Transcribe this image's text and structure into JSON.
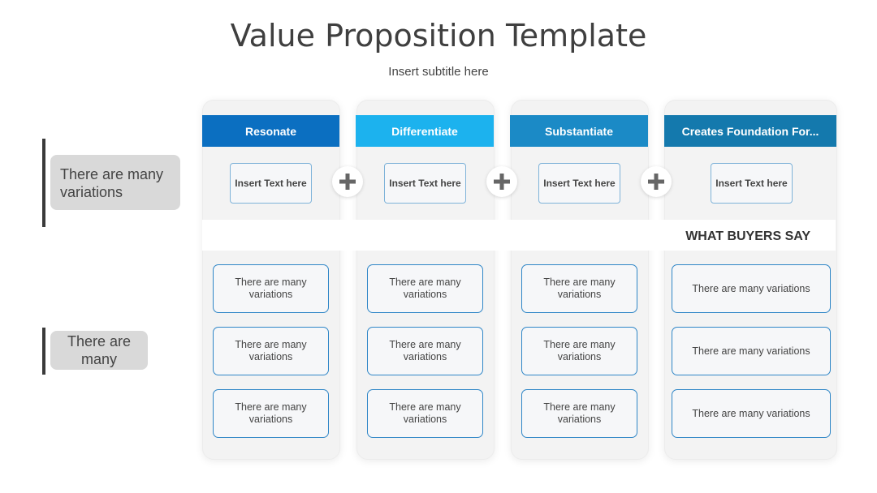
{
  "header": {
    "title": "Value Proposition Template",
    "subtitle": "Insert subtitle here"
  },
  "side_labels": [
    {
      "text": "There are many variations"
    },
    {
      "text": "There are many"
    }
  ],
  "columns": [
    {
      "header": "Resonate",
      "color": "#0b6fc1",
      "insert_text": "Insert Text here",
      "cells": [
        "There are many variations",
        "There are many variations",
        "There are many variations"
      ]
    },
    {
      "header": "Differentiate",
      "color": "#1cb2ee",
      "insert_text": "Insert Text here",
      "cells": [
        "There are many variations",
        "There are many variations",
        "There are many variations"
      ]
    },
    {
      "header": "Substantiate",
      "color": "#1b8ac6",
      "insert_text": "Insert Text here",
      "cells": [
        "There are many variations",
        "There are many variations",
        "There are many variations"
      ]
    },
    {
      "header": "Creates Foundation For...",
      "color": "#1479ad",
      "insert_text": "Insert Text here",
      "cells": [
        "There are many variations",
        "There are many variations",
        "There are many variations"
      ]
    }
  ],
  "band": {
    "label": "WHAT BUYERS SAY"
  },
  "operator_icon": "plus-icon"
}
